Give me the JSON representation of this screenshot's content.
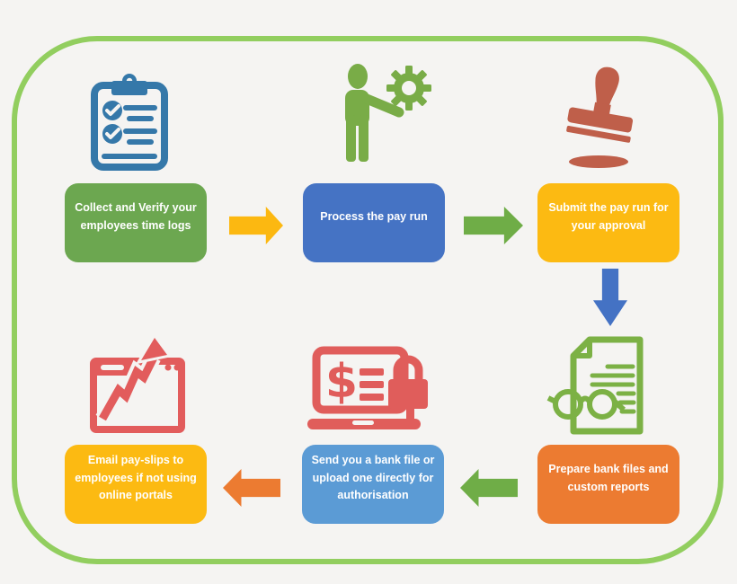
{
  "figure": {
    "background": "#f5f4f2",
    "frame_border_color": "#92ce5f"
  },
  "steps": [
    {
      "label": "Collect and Verify your employees time logs",
      "box_color": "#6ca750",
      "icon": "clipboard-checklist-icon",
      "icon_color": "#3578a9"
    },
    {
      "label": "Process the pay run",
      "box_color": "#4573c4",
      "icon": "person-gear-icon",
      "icon_color": "#79ac47"
    },
    {
      "label": "Submit the pay run for your approval",
      "box_color": "#fcba12",
      "icon": "approval-stamp-icon",
      "icon_color": "#bf5f4a"
    },
    {
      "label": "Prepare bank files and custom reports",
      "box_color": "#ec7b31",
      "icon": "report-glasses-icon",
      "icon_color": "#7cb145"
    },
    {
      "label": "Send you a bank file or upload one directly for authorisation",
      "box_color": "#5b9bd5",
      "icon": "laptop-lock-icon",
      "icon_color": "#e05d5b",
      "icon_glyph": "$"
    },
    {
      "label": "Email pay-slips to employees if not using online portals",
      "box_color": "#fcba12",
      "icon": "growth-chart-icon",
      "icon_color": "#e25c5c"
    }
  ],
  "arrows": [
    {
      "direction": "right",
      "color": "#fcb811"
    },
    {
      "direction": "right",
      "color": "#6fad47"
    },
    {
      "direction": "down",
      "color": "#4472c4"
    },
    {
      "direction": "left",
      "color": "#6fad47"
    },
    {
      "direction": "left",
      "color": "#ec7b31"
    }
  ]
}
